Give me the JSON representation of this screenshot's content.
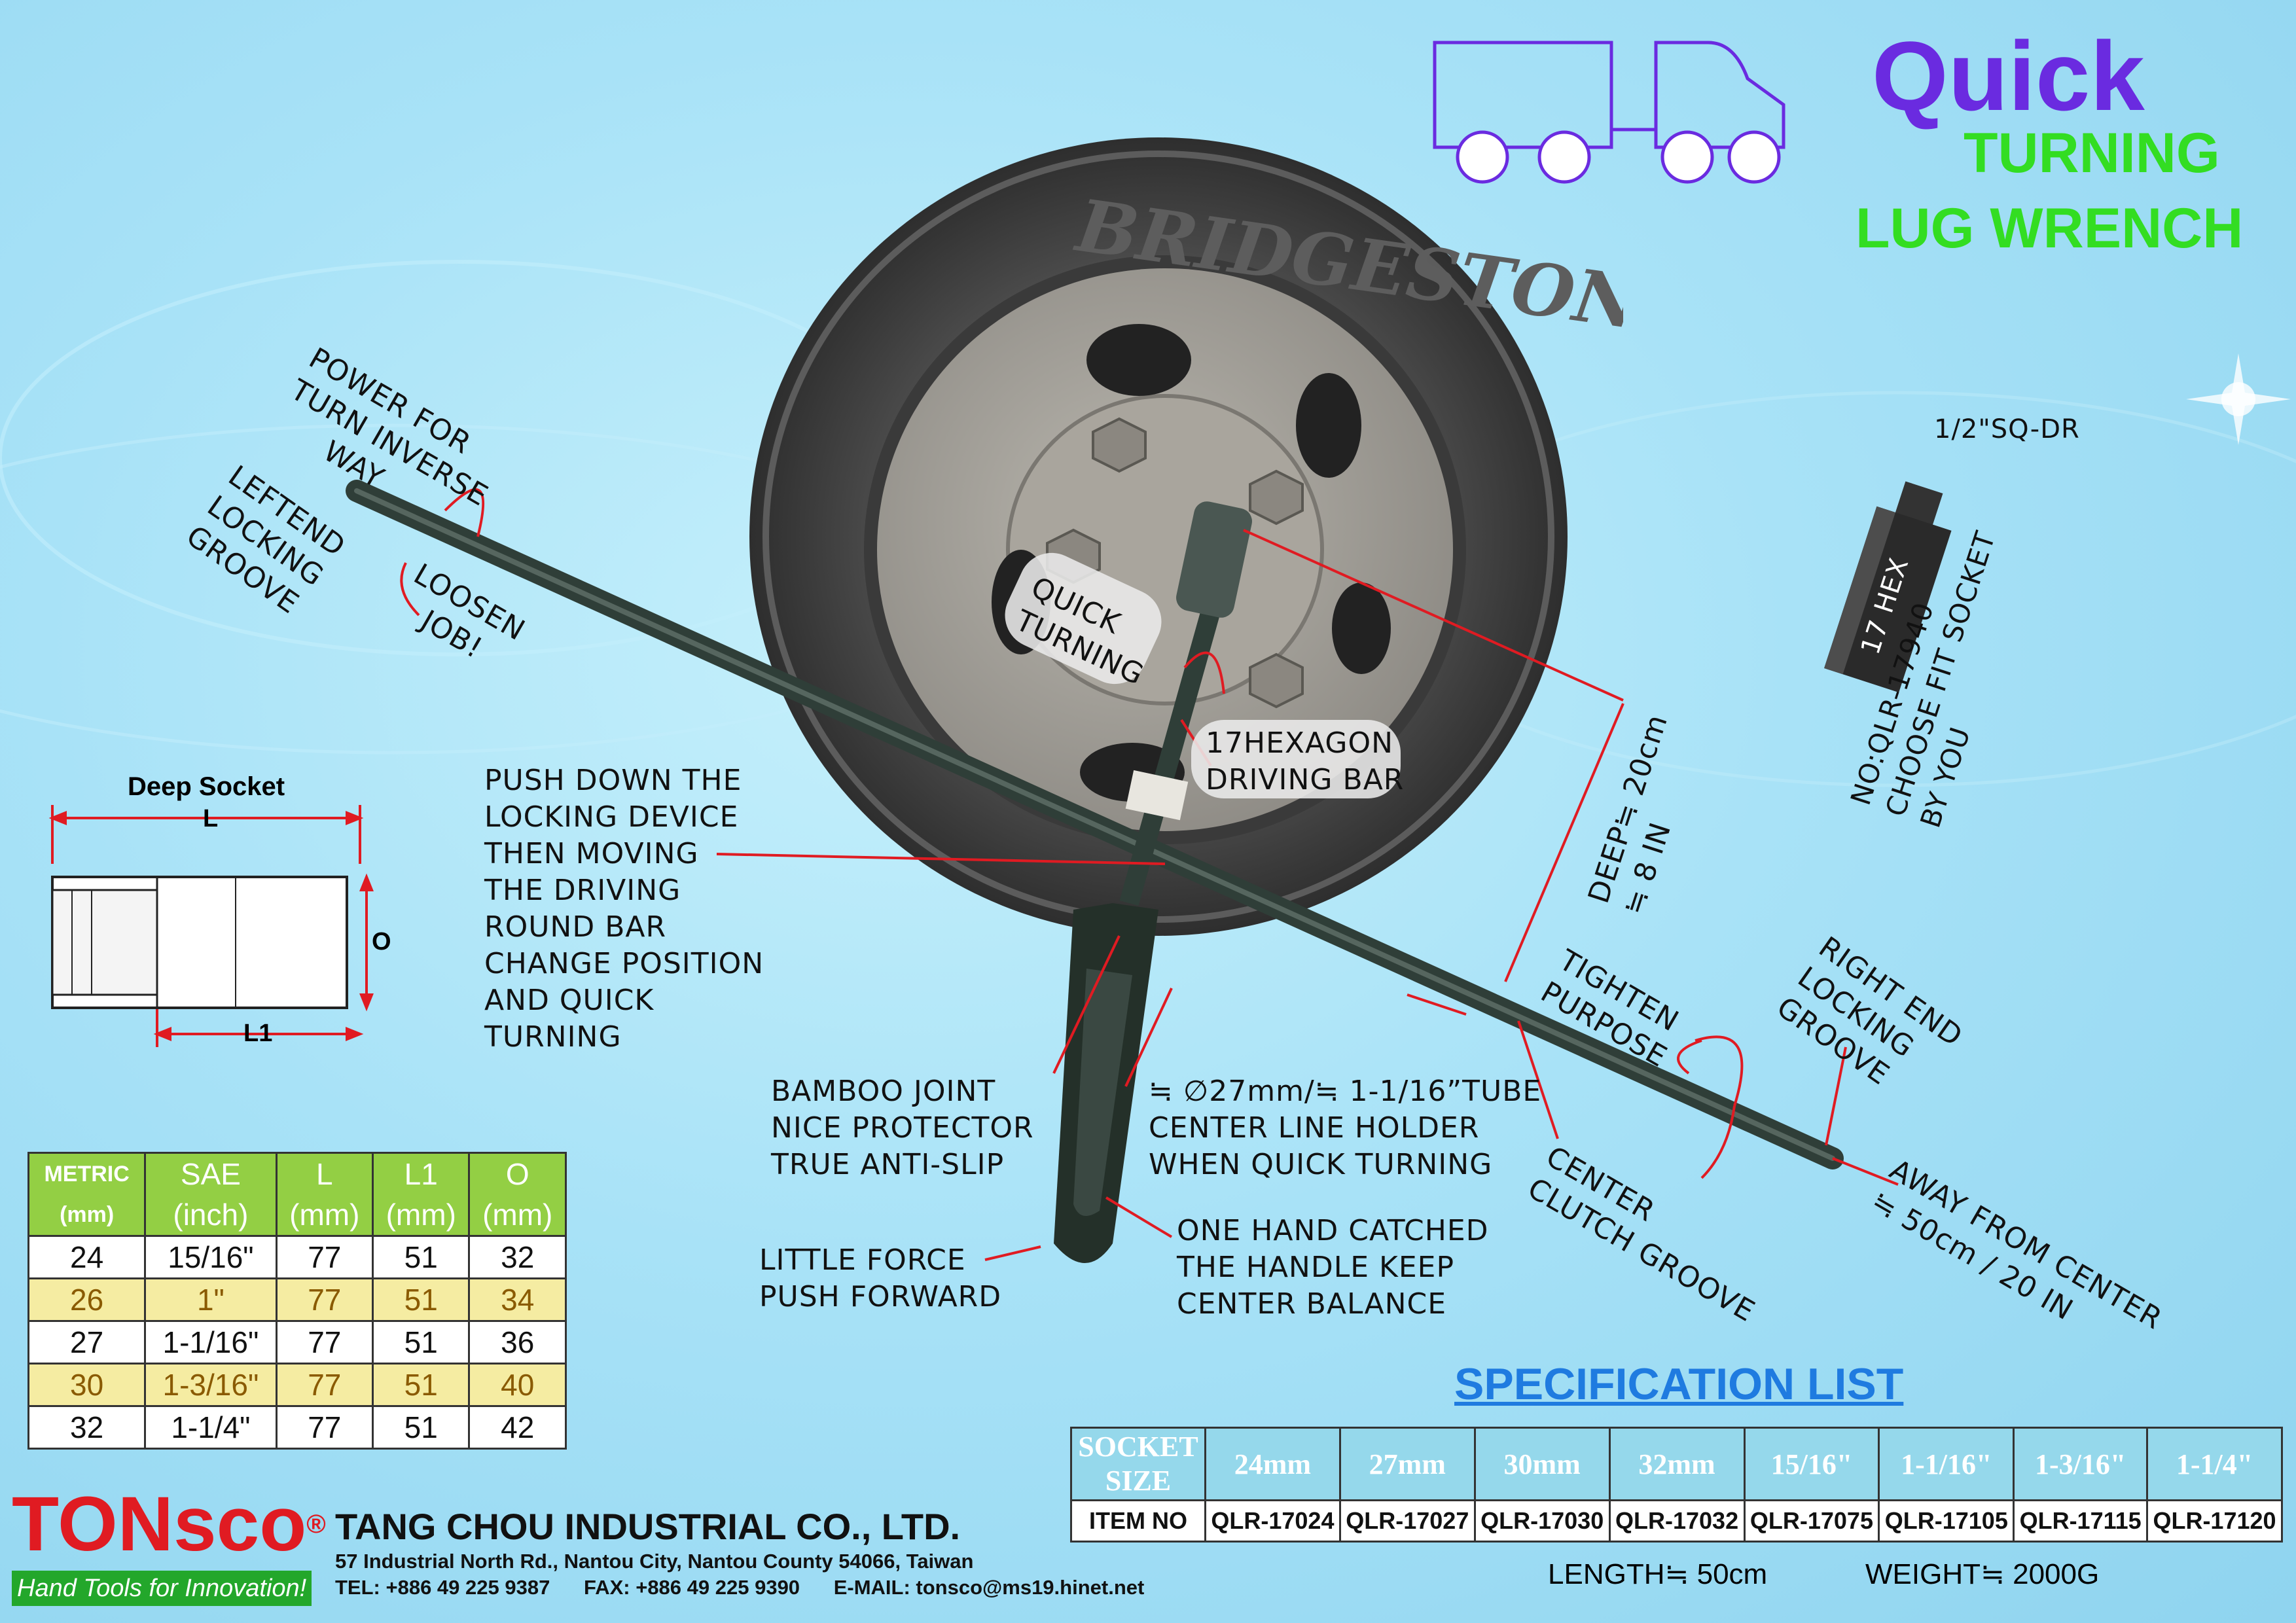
{
  "title": {
    "quick": "Quick",
    "turning": "TURNING",
    "lug_wrench": "LUG WRENCH"
  },
  "tire_brand": "BRIDGESTONE",
  "callouts": {
    "power_for": "POWER FOR\nTURN INVERSE\n      WAY",
    "leftend": "LEFTEND\nLOCKING\nGROOVE",
    "loosen": "LOOSEN\n   JOB!",
    "quick_turning": "QUICK\nTURNING",
    "hexagon": "17HEXAGON\nDRIVING BAR",
    "push_down": "PUSH DOWN THE\nLOCKING DEVICE\nTHEN MOVING\nTHE DRIVING\nROUND BAR\nCHANGE POSITION\nAND QUICK\nTURNING",
    "bamboo": "BAMBOO JOINT\nNICE PROTECTOR\nTRUE ANTI-SLIP",
    "tube": "≒ ∅27mm/≒ 1-1/16”TUBE\nCENTER LINE HOLDER\nWHEN QUICK TURNING",
    "little_force": "LITTLE FORCE\nPUSH FORWARD",
    "one_hand": "ONE HAND CATCHED\nTHE HANDLE KEEP\nCENTER BALANCE",
    "tighten": "TIGHTEN\nPURPOSE",
    "right_end": "RIGHT END\nLOCKING\nGROOVE",
    "center_clutch": "CENTER\nCLUTCH GROOVE",
    "away": "AWAY FROM CENTER\n≒ 50cm / 20 IN",
    "deep": "DEEP≒ 20cm\n≒ 8 IN",
    "sq_dr": "1/2\"SQ-DR",
    "hex17": "17 HEX",
    "no_part": "NO:QLR-17940\nCHOOSE FIT SOCKET\nBY YOU"
  },
  "deep_socket": {
    "title": "Deep Socket",
    "L": "L",
    "L1": "L1",
    "O": "O"
  },
  "metric_table": {
    "headers": [
      [
        "METRIC",
        "(mm)"
      ],
      [
        "SAE",
        "(inch)"
      ],
      [
        "L",
        "(mm)"
      ],
      [
        "L1",
        "(mm)"
      ],
      [
        "O",
        "(mm)"
      ]
    ],
    "rows": [
      [
        "24",
        "15/16\"",
        "77",
        "51",
        "32"
      ],
      [
        "26",
        "1\"",
        "77",
        "51",
        "34"
      ],
      [
        "27",
        "1-1/16\"",
        "77",
        "51",
        "36"
      ],
      [
        "30",
        "1-3/16\"",
        "77",
        "51",
        "40"
      ],
      [
        "32",
        "1-1/4\"",
        "77",
        "51",
        "42"
      ]
    ]
  },
  "spec": {
    "title": "SPECIFICATION LIST",
    "socket_label": "SOCKET\nSIZE",
    "item_label": "ITEM NO",
    "sizes": [
      "24mm",
      "27mm",
      "30mm",
      "32mm",
      "15/16\"",
      "1-1/16\"",
      "1-3/16\"",
      "1-1/4\""
    ],
    "items": [
      "QLR-17024",
      "QLR-17027",
      "QLR-17030",
      "QLR-17032",
      "QLR-17075",
      "QLR-17105",
      "QLR-17115",
      "QLR-17120"
    ],
    "length": "LENGTH≒ 50cm",
    "weight": "WEIGHT≒ 2000G"
  },
  "company": {
    "brand_ton": "TON",
    "brand_sco": "sco",
    "reg": "®",
    "tagline": "Hand Tools for Innovation!",
    "name": "TANG CHOU INDUSTRIAL CO., LTD.",
    "address": "57  Industrial North Rd., Nantou City, Nantou County 54066, Taiwan",
    "contact": "TEL: +886 49 225 9387      FAX: +886 49 225 9390      E-MAIL: tonsco@ms19.hinet.net"
  },
  "colors": {
    "accent_purple": "#6a2be0",
    "accent_green": "#33dd22",
    "brand_red": "#e01b22",
    "table_green": "#93cf44"
  }
}
